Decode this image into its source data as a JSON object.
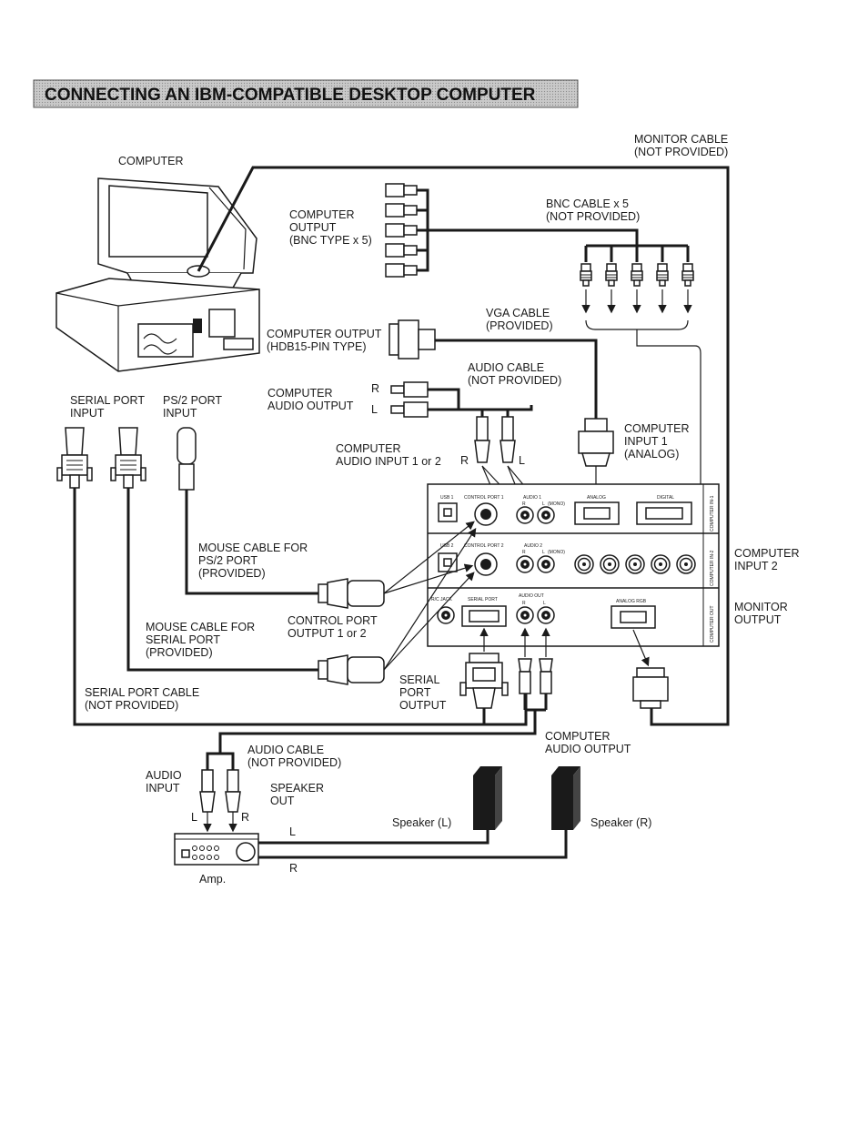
{
  "title": "CONNECTING AN IBM-COMPATIBLE DESKTOP COMPUTER",
  "labels": {
    "computer": "COMPUTER",
    "monitor_cable_1": "MONITOR CABLE",
    "monitor_cable_2": "(NOT PROVIDED)",
    "computer_output_bnc_1": "COMPUTER",
    "computer_output_bnc_2": "OUTPUT",
    "computer_output_bnc_3": "(BNC TYPE x 5)",
    "bnc_cable_1": "BNC CABLE x 5",
    "bnc_cable_2": "(NOT PROVIDED)",
    "vga_cable_1": "VGA CABLE",
    "vga_cable_2": "(PROVIDED)",
    "computer_output_hdb_1": "COMPUTER OUTPUT",
    "computer_output_hdb_2": "(HDB15-PIN TYPE)",
    "audio_cable_top_1": "AUDIO CABLE",
    "audio_cable_top_2": "(NOT PROVIDED)",
    "computer_audio_output_1": "COMPUTER",
    "computer_audio_output_2": "AUDIO OUTPUT",
    "r_top": "R",
    "l_top": "L",
    "serial_port_input_1": "SERIAL PORT",
    "serial_port_input_2": "INPUT",
    "ps2_port_input_1": "PS/2 PORT",
    "ps2_port_input_2": "INPUT",
    "computer_input_1_a": "COMPUTER",
    "computer_input_1_b": "INPUT 1",
    "computer_input_1_c": "(ANALOG)",
    "computer_audio_input_1": "COMPUTER",
    "computer_audio_input_2": "AUDIO INPUT 1 or 2",
    "r_mid": "R",
    "l_mid": "L",
    "mouse_ps2_1": "MOUSE CABLE FOR",
    "mouse_ps2_2": "PS/2 PORT",
    "mouse_ps2_3": "(PROVIDED)",
    "computer_input_2_a": "COMPUTER",
    "computer_input_2_b": "INPUT 2",
    "control_port_output_1": "CONTROL PORT",
    "control_port_output_2": "OUTPUT 1 or 2",
    "monitor_output_1": "MONITOR",
    "monitor_output_2": "OUTPUT",
    "mouse_serial_1": "MOUSE CABLE FOR",
    "mouse_serial_2": "SERIAL PORT",
    "mouse_serial_3": "(PROVIDED)",
    "serial_port_output_1": "SERIAL",
    "serial_port_output_2": "PORT",
    "serial_port_output_3": "OUTPUT",
    "serial_port_cable_1": "SERIAL PORT CABLE",
    "serial_port_cable_2": "(NOT PROVIDED)",
    "computer_audio_output_bottom_1": "COMPUTER",
    "computer_audio_output_bottom_2": "AUDIO OUTPUT",
    "audio_cable_bottom_1": "AUDIO CABLE",
    "audio_cable_bottom_2": "(NOT PROVIDED)",
    "audio_input_1": "AUDIO",
    "audio_input_2": "INPUT",
    "speaker_out_1": "SPEAKER",
    "speaker_out_2": "OUT",
    "amp_l": "L",
    "amp_r": "R",
    "wire_l": "L",
    "wire_r": "R",
    "speaker_l": "Speaker (L)",
    "speaker_r": "Speaker (R)",
    "amp": "Amp."
  },
  "panel": {
    "usb1": "USB 1",
    "control_port_1": "CONTROL PORT 1",
    "audio_1": "AUDIO 1",
    "analog": "ANALOG",
    "digital": "DIGITAL",
    "computer_in_1": "COMPUTER IN-1",
    "usb2": "USB 2",
    "control_port_2": "CONTROL PORT 2",
    "audio_2": "AUDIO 2",
    "computer_in_2": "COMPUTER IN-2",
    "r_small": "R",
    "l_small": "L",
    "mono": "(MONO)",
    "r_small2": "R",
    "l_small2": "L",
    "mono2": "(MONO)",
    "rc_jack": "R/C JACK",
    "serial_port": "SERIAL PORT",
    "audio_out": "AUDIO OUT",
    "audio_out_r": "R",
    "audio_out_l": "L",
    "analog_rgb": "ANALOG RGB",
    "computer_out": "COMPUTER OUT"
  }
}
